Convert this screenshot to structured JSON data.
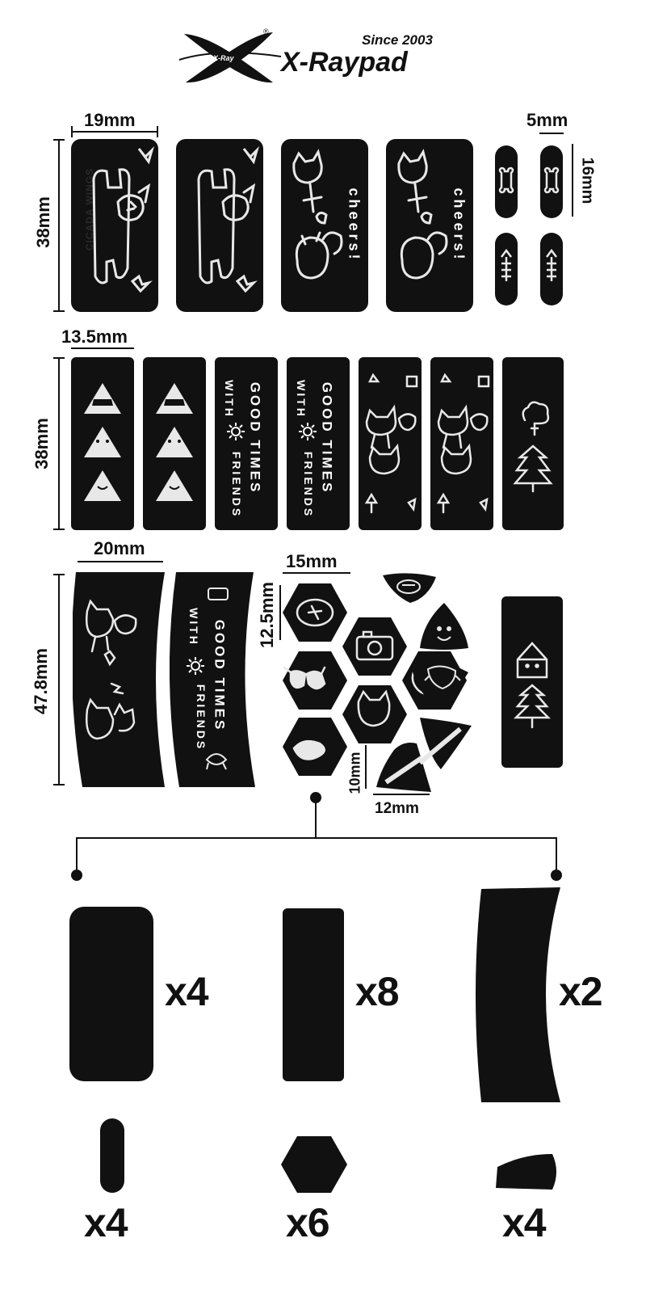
{
  "brand": {
    "logo_text": "X-Ray",
    "name": "X-Raypad",
    "since": "Since 2003",
    "registered_mark": "®"
  },
  "dimensions": {
    "row1_width": "19mm",
    "row1_height": "38mm",
    "pill_width": "5mm",
    "pill_height": "16mm",
    "row2_width": "13.5mm",
    "row2_height": "38mm",
    "curved_width": "20mm",
    "curved_height": "47.8mm",
    "hex_width": "15mm",
    "hex_height": "12.5mm",
    "triangle_height": "10mm",
    "triangle_width": "12mm"
  },
  "sticker_text": {
    "cheers": "cheers!",
    "good_times": "GOOD TIMES",
    "with_friends": "WITH",
    "friends": "FRIENDS",
    "cicada": "CICADA WINGS"
  },
  "shapes": [
    {
      "name": "rectangle",
      "count": "x4"
    },
    {
      "name": "narrow-rectangle",
      "count": "x8"
    },
    {
      "name": "curved-strip",
      "count": "x2"
    },
    {
      "name": "pill",
      "count": "x4"
    },
    {
      "name": "hexagon",
      "count": "x6"
    },
    {
      "name": "triangle",
      "count": "x4"
    }
  ],
  "colors": {
    "pad": "#111111",
    "doodle": "#e8e8e8",
    "background": "#ffffff"
  }
}
